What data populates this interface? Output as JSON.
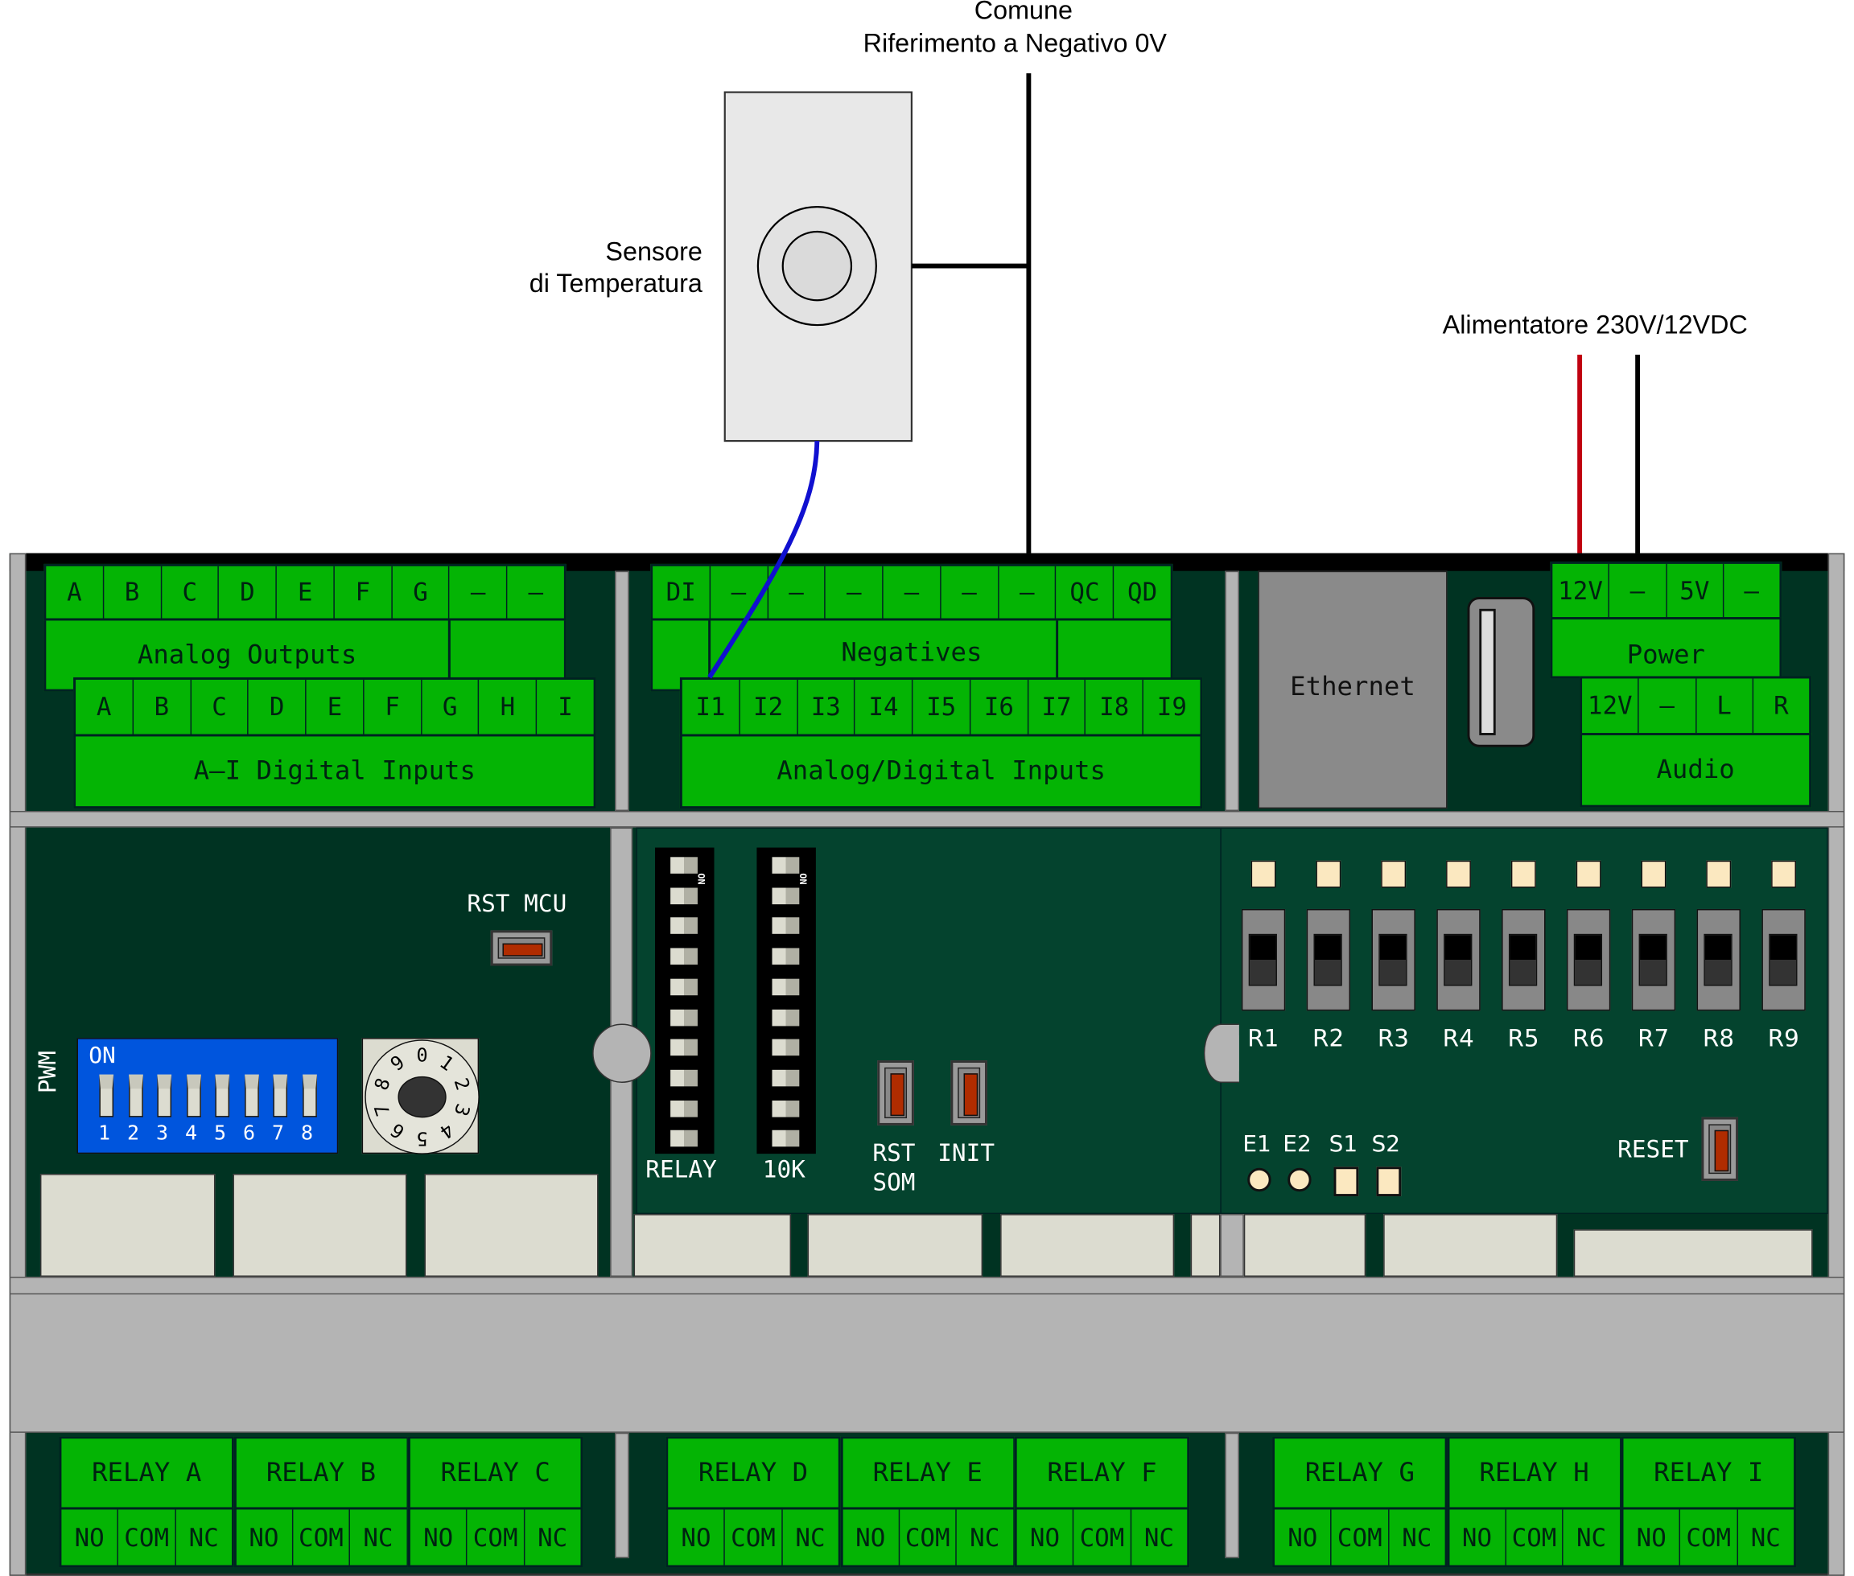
{
  "annotations": {
    "common_line1": "Comune",
    "common_line2": "Riferimento a Negativo 0V",
    "sensor_line1": "Sensore",
    "sensor_line2": "di Temperatura",
    "power_supply": "Alimentatore 230V/12VDC"
  },
  "colors": {
    "terminal": "#04b404",
    "board_dark": "#003322",
    "board_mid": "#04432e",
    "rail": "#b4b4b4",
    "wire_blue": "#1010d0",
    "wire_red": "#c00010",
    "dip_blue": "#0055dd"
  },
  "top": {
    "analog_outputs": {
      "pins": [
        "A",
        "B",
        "C",
        "D",
        "E",
        "F",
        "G",
        "–",
        "–"
      ],
      "label": "Analog Outputs"
    },
    "digital_inputs": {
      "pins": [
        "A",
        "B",
        "C",
        "D",
        "E",
        "F",
        "G",
        "H",
        "I"
      ],
      "label": "A–I Digital Inputs"
    },
    "negatives": {
      "pins": [
        "DI",
        "–",
        "–",
        "–",
        "–",
        "–",
        "–",
        "QC",
        "QD"
      ],
      "label": "Negatives"
    },
    "analog_digital_inputs": {
      "pins": [
        "I1",
        "I2",
        "I3",
        "I4",
        "I5",
        "I6",
        "I7",
        "I8",
        "I9"
      ],
      "label": "Analog/Digital Inputs"
    },
    "ethernet": "Ethernet",
    "power": {
      "pins": [
        "12V",
        "–",
        "5V",
        "–"
      ],
      "label": "Power"
    },
    "audio": {
      "pins": [
        "12V",
        "–",
        "L",
        "R"
      ],
      "label": "Audio"
    }
  },
  "middle": {
    "rst_mcu": "RST MCU",
    "pwm_label": "PWM",
    "pwm_on": "ON",
    "pwm_numbers": [
      "1",
      "2",
      "3",
      "4",
      "5",
      "6",
      "7",
      "8"
    ],
    "rotary_digits": [
      "0",
      "1",
      "2",
      "3",
      "4",
      "5",
      "6",
      "7",
      "8",
      "9"
    ],
    "dip_on": "ON",
    "relay_dip": "RELAY",
    "tenk_dip": "10K",
    "rst_som_1": "RST",
    "rst_som_2": "SOM",
    "init": "INIT",
    "relay_switches": [
      "R1",
      "R2",
      "R3",
      "R4",
      "R5",
      "R6",
      "R7",
      "R8",
      "R9"
    ],
    "indicators": [
      "E1",
      "E2",
      "S1",
      "S2"
    ],
    "reset": "RESET"
  },
  "relays": [
    {
      "label": "RELAY A"
    },
    {
      "label": "RELAY B"
    },
    {
      "label": "RELAY C"
    },
    {
      "label": "RELAY D"
    },
    {
      "label": "RELAY E"
    },
    {
      "label": "RELAY F"
    },
    {
      "label": "RELAY G"
    },
    {
      "label": "RELAY H"
    },
    {
      "label": "RELAY I"
    }
  ],
  "relay_contacts": [
    "NO",
    "COM",
    "NC"
  ]
}
